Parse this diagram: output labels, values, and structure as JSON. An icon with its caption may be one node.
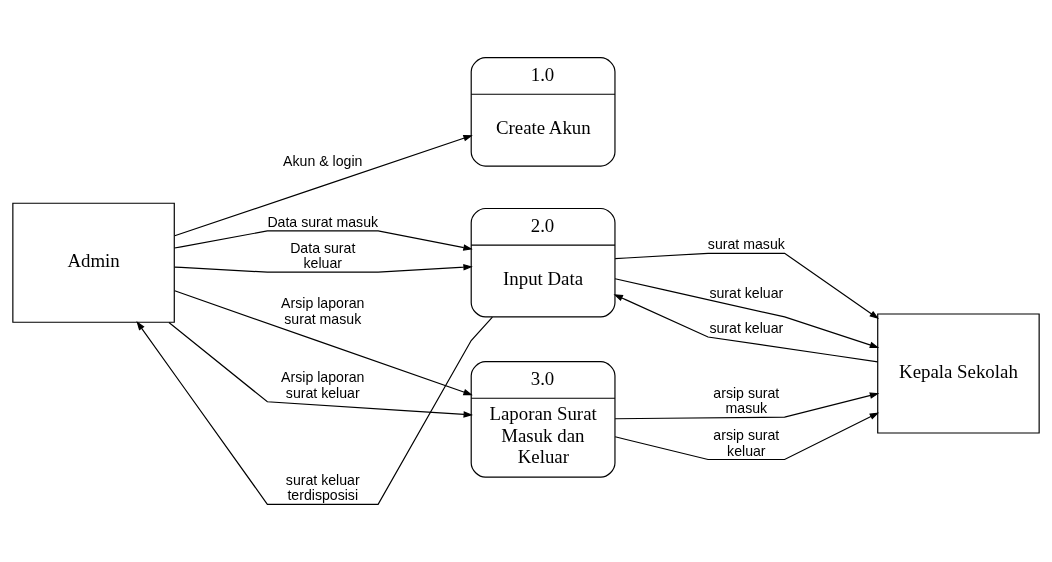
{
  "diagram": {
    "nodes": [
      {
        "text": [
          "Admin"
        ]
      },
      {
        "text": [
          "1.0",
          "Create Akun"
        ]
      },
      {
        "text": [
          "2.0",
          "Input Data"
        ]
      },
      {
        "text": [
          "Kepala Sekolah"
        ]
      },
      {
        "text": [
          "3.0",
          "Laporan Surat Masuk dan Keluar"
        ]
      }
    ],
    "edges": [
      {
        "from": 0,
        "to": 1,
        "arrow": "to",
        "label": "Akun & login"
      },
      {
        "from": 0,
        "to": 2,
        "arrow": "to",
        "label": "Data surat masuk"
      },
      {
        "from": 0,
        "to": 2,
        "arrow": "to",
        "label": "Data surat keluar"
      },
      {
        "from": 2,
        "to": 3,
        "arrow": "to",
        "label": "surat masuk"
      },
      {
        "from": 2,
        "to": 3,
        "arrow": "to",
        "label": "surat keluar"
      },
      {
        "from": 2,
        "to": 0,
        "arrow": "to",
        "label": "surat keluar terdisposisi"
      },
      {
        "from": 3,
        "to": 2,
        "arrow": "to",
        "label": "surat keluar"
      },
      {
        "from": 0,
        "to": 4,
        "arrow": "to",
        "label": "Arsip laporan surat masuk"
      },
      {
        "from": 0,
        "to": 4,
        "arrow": "to",
        "label": "Arsip laporan surat keluar"
      },
      {
        "from": 4,
        "to": 3,
        "arrow": "to",
        "label": "arsip surat masuk"
      },
      {
        "from": 4,
        "to": 3,
        "arrow": "to",
        "label": "arsip surat keluar"
      }
    ]
  }
}
